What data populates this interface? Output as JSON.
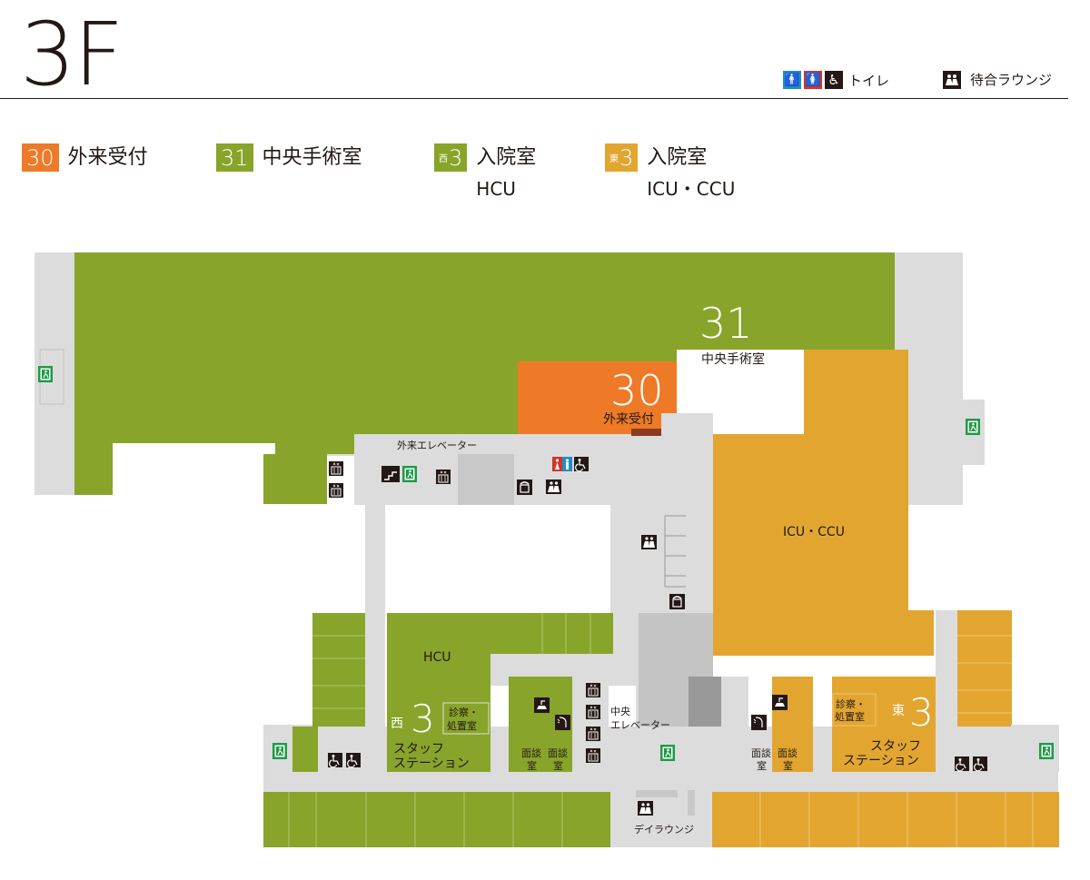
{
  "floor": {
    "label": "3F"
  },
  "legend": {
    "toilet_label": "トイレ",
    "lounge_label": "待合ラウンジ",
    "icons": [
      "man-icon",
      "woman-icon",
      "wheelchair-icon",
      "lounge-icon"
    ]
  },
  "departments": [
    {
      "number": "30",
      "name": "外来受付",
      "color": "#ee7a28"
    },
    {
      "number": "31",
      "name": "中央手術室",
      "color": "#88a42a"
    },
    {
      "prefix": "西",
      "number": "3",
      "name": "入院室",
      "sub": "HCU",
      "color": "#88a42a"
    },
    {
      "prefix": "東",
      "number": "3",
      "name": "入院室",
      "sub": "ICU・CCU",
      "color": "#e2a630"
    }
  ],
  "map_labels": {
    "surgery_no": "31",
    "surgery_name": "中央手術室",
    "reception_no": "30",
    "reception_name": "外来受付",
    "outpatient_elevator": "外来エレベーター",
    "icu": "ICU・CCU",
    "hcu": "HCU",
    "west_ward_prefix": "西",
    "west_ward_no": "3",
    "east_ward_prefix": "東",
    "east_ward_no": "3",
    "exam_room_1": "診察・",
    "exam_room_2": "処置室",
    "staff_station_1": "スタッフ",
    "staff_station_2": "ステーション",
    "interview_1": "面談",
    "interview_2": "室",
    "central_1": "中央",
    "central_2": "エレベーター",
    "day_lounge": "デイラウンジ"
  },
  "colors": {
    "green": "#88a42a",
    "orange": "#ee7a28",
    "yellow": "#e2a630",
    "corridor": "#dcdcdc",
    "dark_gray": "#b4b4b4",
    "exit_green": "#1e9b47",
    "text": "#231815"
  }
}
